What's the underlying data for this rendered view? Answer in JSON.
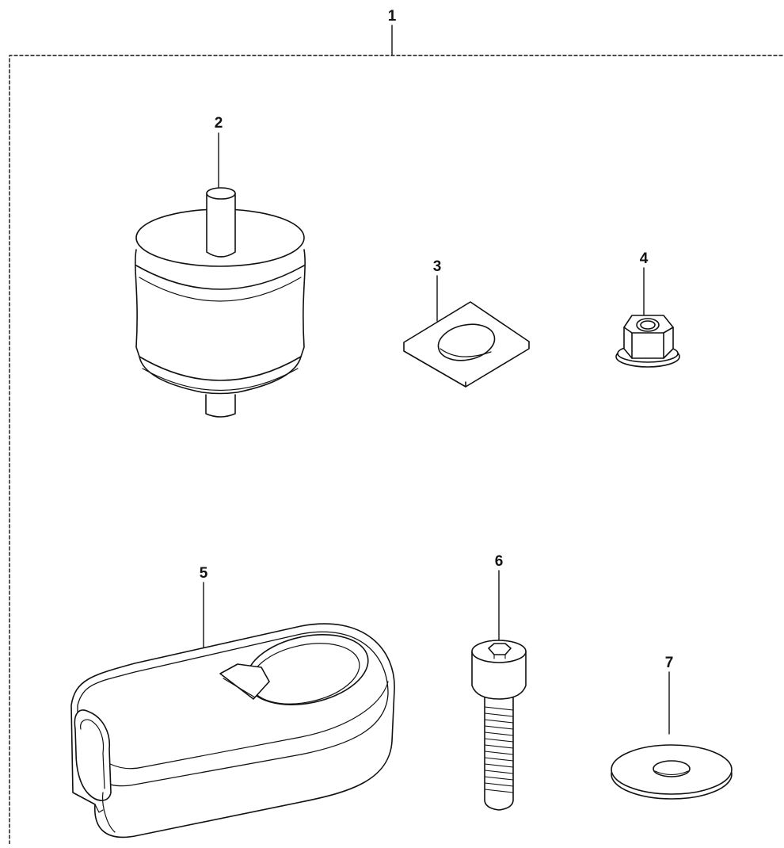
{
  "callouts": {
    "c1": "1",
    "c2": "2",
    "c3": "3",
    "c4": "4",
    "c5": "5",
    "c6": "6",
    "c7": "7"
  },
  "colors": {
    "line": "#111111",
    "fill": "#ffffff",
    "shade": "#eeeeee"
  }
}
